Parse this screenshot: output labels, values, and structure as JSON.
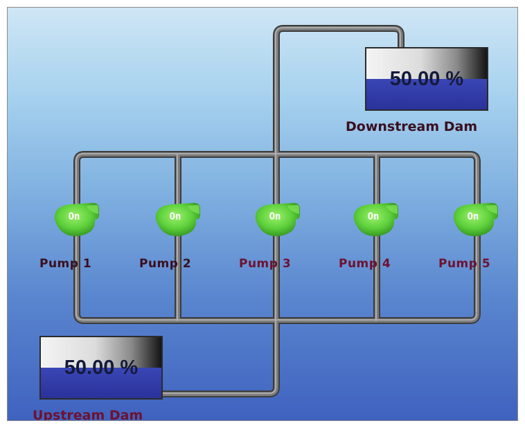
{
  "colors": {
    "label_dark": "#3a0f1f",
    "label_red": "#6e1230",
    "pump_green": "#5fd13c",
    "pipe": "#6e6e6e",
    "water": "#2d3aa8"
  },
  "downstream_dam": {
    "label": "Downstream Dam",
    "value_text": "50.00 %",
    "level_percent": 50
  },
  "upstream_dam": {
    "label": "Upstream Dam",
    "value_text": "50.00 %",
    "level_percent": 50
  },
  "pumps": [
    {
      "label": "Pump 1",
      "state": "On",
      "icon": "pump-icon"
    },
    {
      "label": "Pump 2",
      "state": "On",
      "icon": "pump-icon"
    },
    {
      "label": "Pump 3",
      "state": "On",
      "icon": "pump-icon"
    },
    {
      "label": "Pump 4",
      "state": "On",
      "icon": "pump-icon"
    },
    {
      "label": "Pump 5",
      "state": "On",
      "icon": "pump-icon"
    }
  ]
}
